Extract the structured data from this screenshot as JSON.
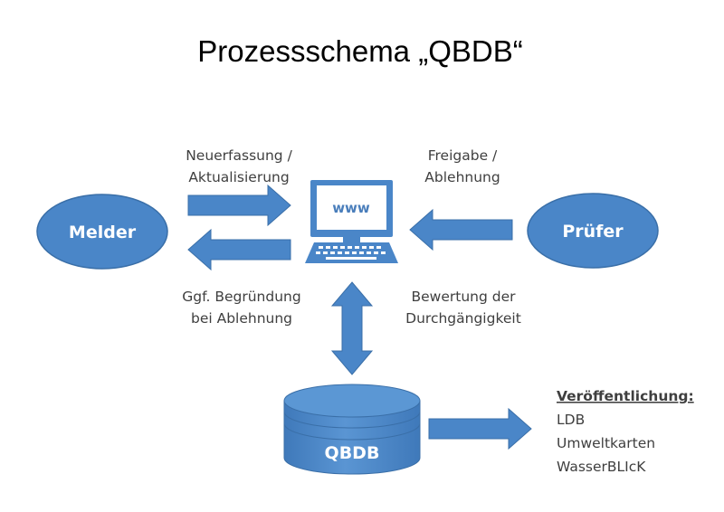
{
  "title": "Prozessschema „QBDB“",
  "nodes": {
    "melder": "Melder",
    "pruefer": "Prüfer",
    "database": "QBDB",
    "computer_screen": "www"
  },
  "arrows": {
    "top_left": [
      "Neuerfassung /",
      "Aktualisierung"
    ],
    "bottom_left": [
      "Ggf. Begründung",
      "bei Ablehnung"
    ],
    "top_right": [
      "Freigabe /",
      "Ablehnung"
    ],
    "bottom_right": [
      "Bewertung der",
      "Durchgängigkeit"
    ]
  },
  "publication": {
    "heading": "Veröffentlichung:",
    "items": [
      "LDB",
      "Umweltkarten",
      "WasserBLIcK"
    ]
  },
  "colors": {
    "fill": "#4a86c8",
    "stroke": "#3a6fa8",
    "caption": "#3f3f3f",
    "title": "#000000"
  }
}
